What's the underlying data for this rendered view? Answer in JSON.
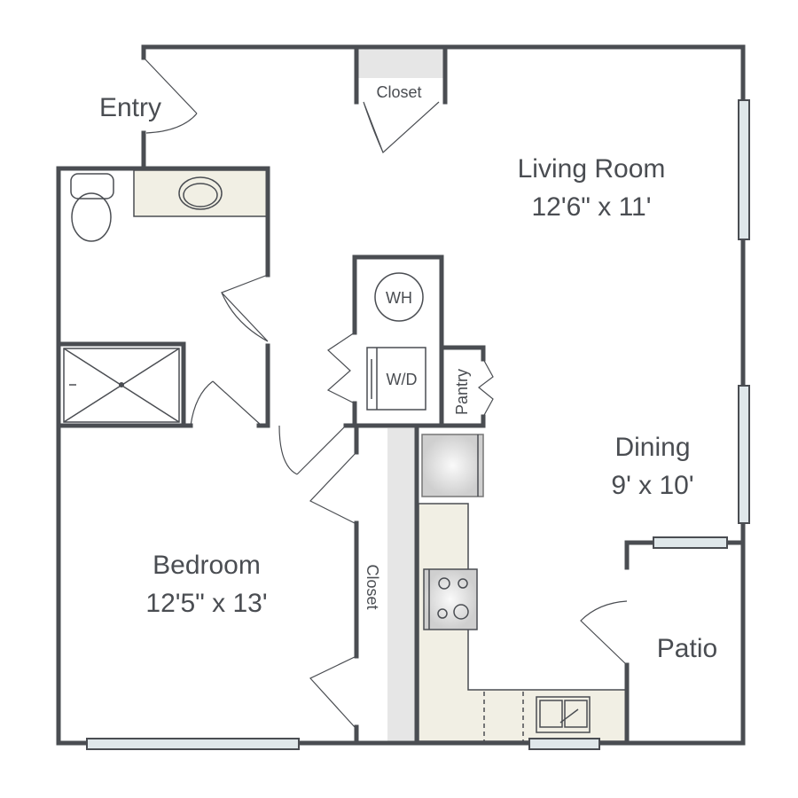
{
  "rooms": {
    "entry": {
      "name": "Entry"
    },
    "closet_top": {
      "name": "Closet"
    },
    "living": {
      "name": "Living Room",
      "size": "12'6\" x 11'"
    },
    "dining": {
      "name": "Dining",
      "size": "9' x 10'"
    },
    "bedroom": {
      "name": "Bedroom",
      "size": "12'5\" x 13'"
    },
    "closet_bed": {
      "name": "Closet"
    },
    "pantry": {
      "name": "Pantry"
    },
    "patio": {
      "name": "Patio"
    }
  },
  "fixtures": {
    "water_heater": "WH",
    "washer_dryer": "W/D"
  },
  "colors": {
    "wall": "#4a4d52",
    "counter": "#f1efe4",
    "closet_fill": "#e6e6e6",
    "window": "#dfe7ea"
  }
}
